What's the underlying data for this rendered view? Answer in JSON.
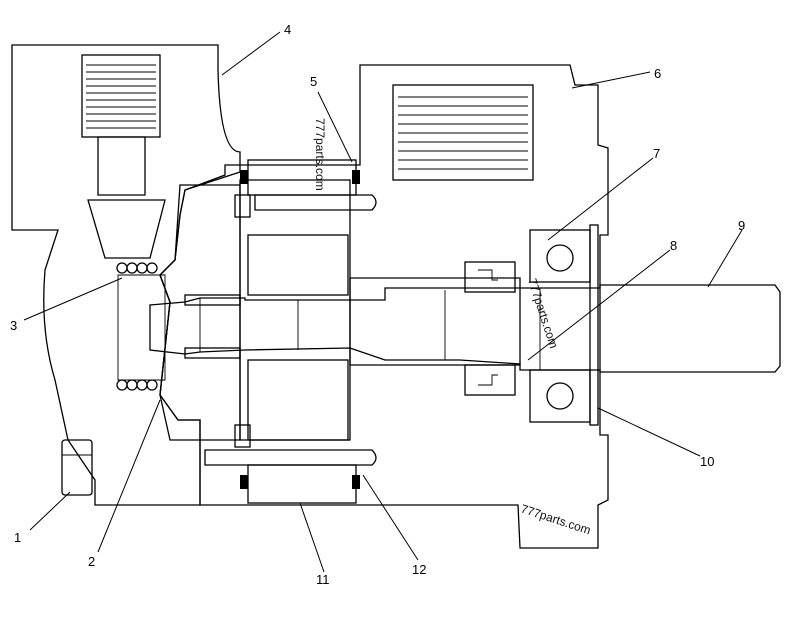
{
  "callouts": [
    {
      "label": "1"
    },
    {
      "label": "2"
    },
    {
      "label": "3"
    },
    {
      "label": "4"
    },
    {
      "label": "5"
    },
    {
      "label": "6"
    },
    {
      "label": "7"
    },
    {
      "label": "8"
    },
    {
      "label": "9"
    },
    {
      "label": "10"
    },
    {
      "label": "11"
    },
    {
      "label": "12"
    }
  ],
  "watermarks": [
    {
      "text": "777parts.com"
    },
    {
      "text": "777parts.com"
    },
    {
      "text": "777parts.com"
    }
  ]
}
